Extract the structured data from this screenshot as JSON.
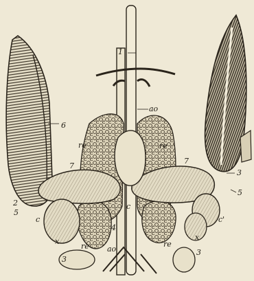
{
  "figure": {
    "labels": {
      "one": "1",
      "ao_upper": "ao",
      "six": "6",
      "re_left": "re",
      "re_right": "re",
      "seven_left": "7",
      "seven_right": "7",
      "three_right_upper": "3",
      "five_right": "5",
      "two_left": "2",
      "five_left": "5",
      "c_left": "c",
      "c_center": "c",
      "c_prime_right": "c'",
      "four": "4",
      "x_left": "x",
      "x_right": "x",
      "re_lower_left": "re",
      "re_lower_right": "re",
      "ao_lower": "ao",
      "three_left_lower": "3",
      "three_right_lower": "3"
    }
  }
}
